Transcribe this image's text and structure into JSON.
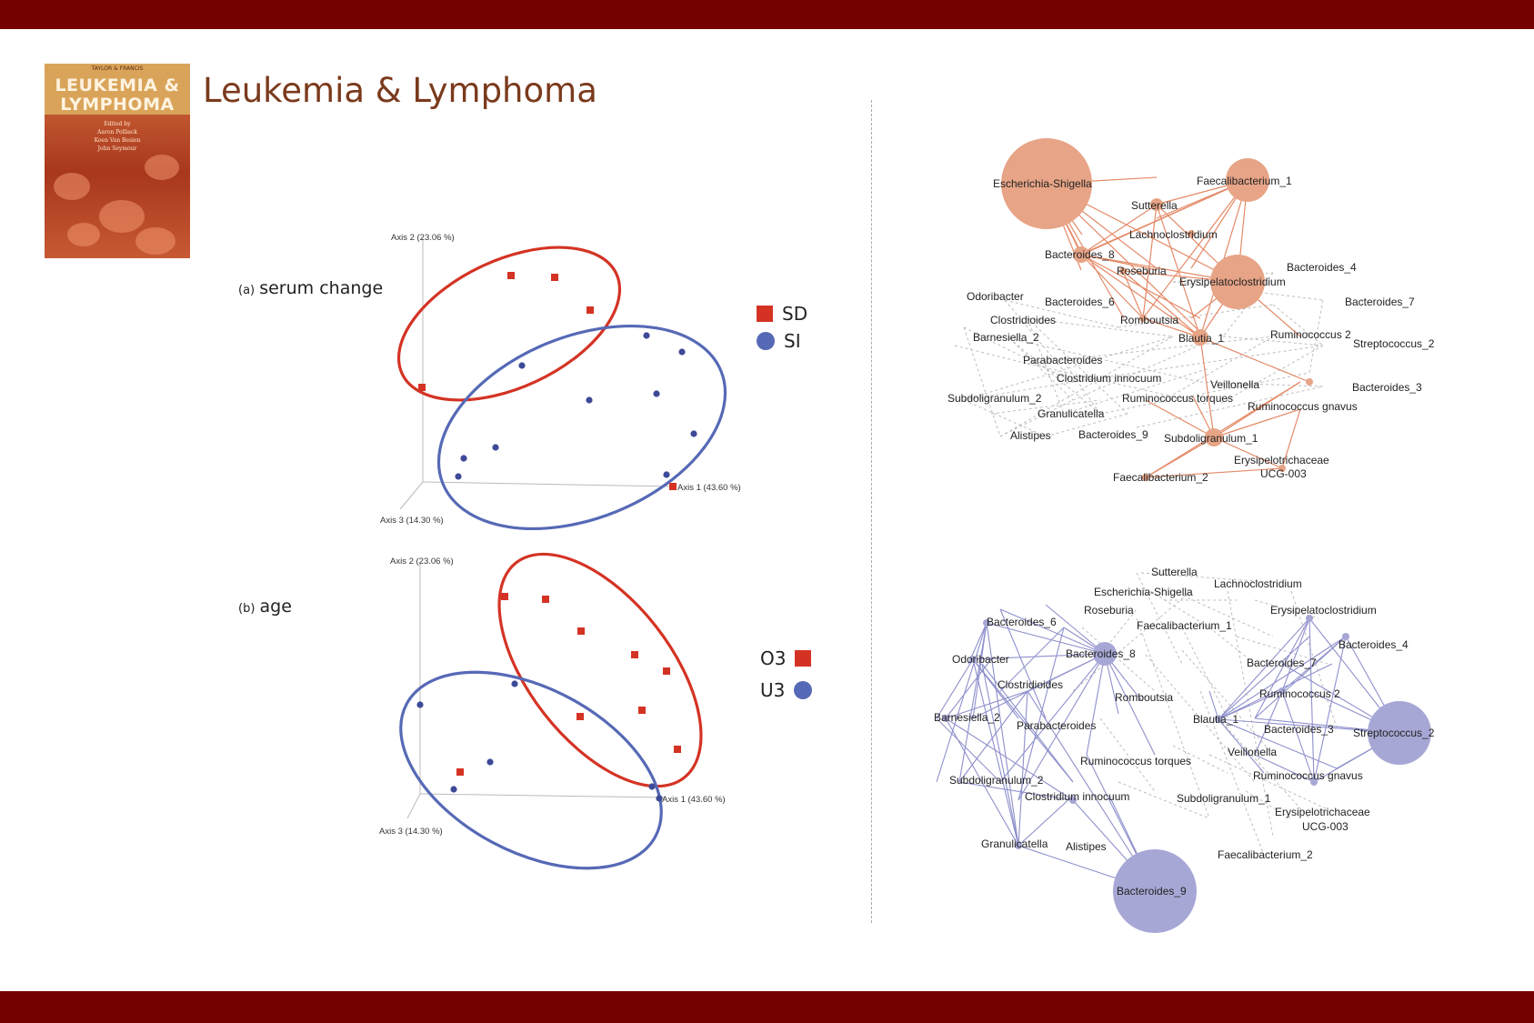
{
  "header": {
    "journal_title": "Leukemia & Lymphoma"
  },
  "cover": {
    "top_line": "TAYLOR & FRANCIS",
    "title_line1": "LEUKEMIA &",
    "title_line2": "LYMPHOMA",
    "editors": [
      "Edited by",
      "Aaron Polliack",
      "Koen Van Besien",
      "John Seymour"
    ]
  },
  "panels": {
    "a": {
      "prefix": "(a)",
      "label": "serum change"
    },
    "b": {
      "prefix": "(b)",
      "label": "age"
    }
  },
  "legends": {
    "a": {
      "red": "SD",
      "blue": "SI"
    },
    "b": {
      "red": "O3",
      "blue": "U3"
    }
  },
  "axes": {
    "axis1": "Axis 1 (43.60 %)",
    "axis2": "Axis 2 (23.06 %)",
    "axis3": "Axis 3 (14.30 %)"
  },
  "colors": {
    "red": "#d43324",
    "blue": "#5669b6",
    "band": "#740000",
    "net_a": "#e7a486",
    "net_b": "#a7a7d6"
  },
  "network_a_labels": [
    "Escherichia-Shigella",
    "Faecalibacterium_1",
    "Sutterella",
    "Lachnoclostridium",
    "Bacteroides_8",
    "Roseburia",
    "Erysipelatoclostridium",
    "Bacteroides_4",
    "Odoribacter",
    "Bacteroides_6",
    "Bacteroides_7",
    "Clostridioides",
    "Romboutsia",
    "Barnesiella_2",
    "Blautia_1",
    "Ruminococcus 2",
    "Streptococcus_2",
    "Parabacteroides",
    "Clostridium innocuum",
    "Veillonella",
    "Bacteroides_3",
    "Subdoligranulum_2",
    "Ruminococcus torques",
    "Ruminococcus gnavus",
    "Granulicatella",
    "Alistipes",
    "Bacteroides_9",
    "Subdoligranulum_1",
    "Erysipelotrichaceae",
    "UCG-003",
    "Faecalibacterium_2"
  ],
  "network_b_labels": [
    "Sutterella",
    "Lachnoclostridium",
    "Escherichia-Shigella",
    "Roseburia",
    "Erysipelatoclostridium",
    "Bacteroides_6",
    "Faecalibacterium_1",
    "Bacteroides_8",
    "Bacteroides_4",
    "Odoribacter",
    "Bacteroides_7",
    "Clostridioides",
    "Ruminococcus 2",
    "Romboutsia",
    "Barnesiella_2",
    "Parabacteroides",
    "Blautia_1",
    "Bacteroides_3",
    "Streptococcus_2",
    "Veillonella",
    "Ruminococcus torques",
    "Ruminococcus gnavus",
    "Subdoligranulum_2",
    "Clostridium innocuum",
    "Subdoligranulum_1",
    "Erysipelotrichaceae",
    "UCG-003",
    "Granulicatella",
    "Alistipes",
    "Faecalibacterium_2",
    "Bacteroides_9"
  ]
}
